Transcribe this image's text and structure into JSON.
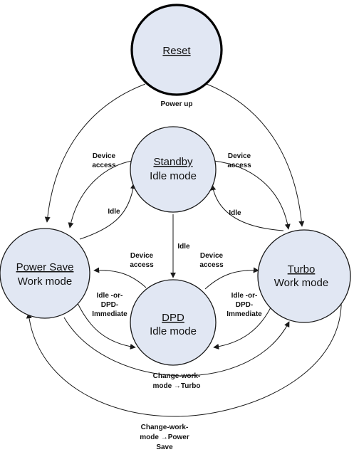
{
  "states": {
    "reset": {
      "name": "Reset"
    },
    "standby": {
      "name": "Standby",
      "mode": "Idle mode"
    },
    "power_save": {
      "name": "Power Save",
      "mode": "Work mode"
    },
    "turbo": {
      "name": "Turbo",
      "mode": "Work mode"
    },
    "dpd": {
      "name": "DPD",
      "mode": "Idle mode"
    }
  },
  "edges": {
    "power_up": "Power up",
    "device_access": "Device",
    "device_access_2": "access",
    "idle": "Idle",
    "idle_or_dpd_1": "Idle -or-",
    "idle_or_dpd_2": "DPD-",
    "idle_or_dpd_3": "Immediate",
    "to_turbo_1": "Change-work-",
    "to_turbo_2": "mode →Turbo",
    "to_power_save_1": "Change-work-",
    "to_power_save_2": "mode →Power",
    "to_power_save_3": "Save"
  }
}
